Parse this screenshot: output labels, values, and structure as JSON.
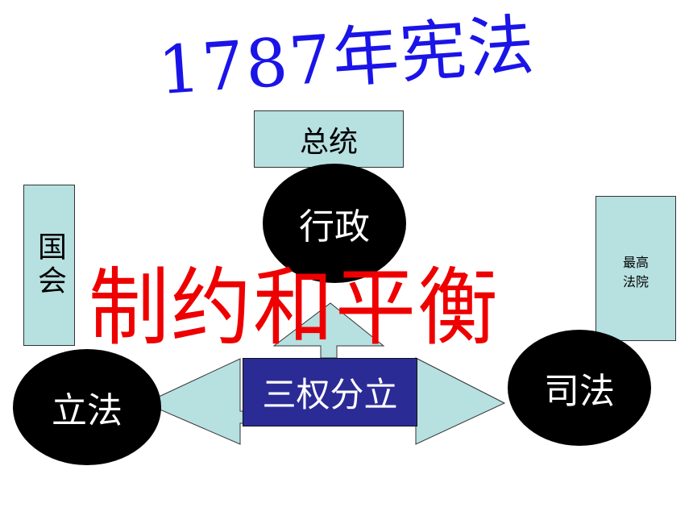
{
  "title": "1787年宪法",
  "president_label": "总统",
  "congress_label": "国会",
  "court_label_line1": "最高",
  "court_label_line2": "法院",
  "executive_label": "行政",
  "legislative_label": "立法",
  "judicial_label": "司法",
  "separation_label": "三权分立",
  "motto": "制约和平衡",
  "colors": {
    "title": "#1a14e8",
    "motto": "#ee0000",
    "box_fill": "#b7e0e0",
    "separation_fill": "#2b2b96",
    "circle_fill": "#000000"
  }
}
